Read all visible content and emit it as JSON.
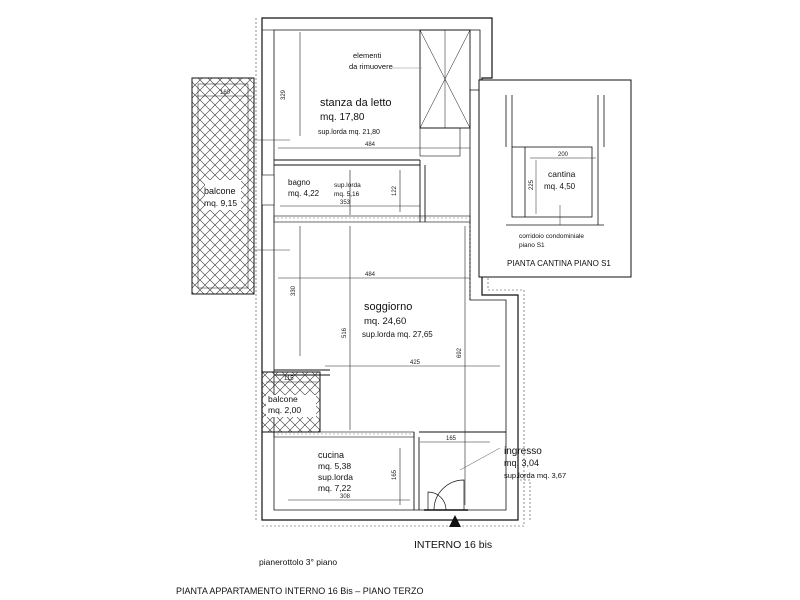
{
  "rooms": {
    "bedroom": {
      "name": "stanza da letto",
      "area": "mq. 17,80",
      "gross": "sup.lorda mq. 21,80"
    },
    "bath": {
      "name": "bagno",
      "area": "mq. 4,22",
      "gross_label": "sup.lorda",
      "gross_value": "mq. 5,16"
    },
    "balcony_big": {
      "name": "balcone",
      "area": "mq. 9,15"
    },
    "living": {
      "name": "soggiorno",
      "area": "mq. 24,60",
      "gross": "sup.lorda mq. 27,65"
    },
    "balcony_small": {
      "name": "balcone",
      "area": "mq. 2,00"
    },
    "kitchen": {
      "name": "cucina",
      "area": "mq. 5,38",
      "gross_label": "sup.lorda",
      "gross_value": "mq. 7,22"
    },
    "entrance": {
      "name": "ingresso",
      "area": "mq. 3,04",
      "gross": "sup.lorda mq. 3,67"
    }
  },
  "notes": {
    "remove": [
      "elementi",
      "da rimuovere"
    ]
  },
  "dimensions": {
    "d160": "160",
    "d329": "329",
    "d484a": "484",
    "d122": "122",
    "d353": "353",
    "d484b": "484",
    "d330": "330",
    "d516": "516",
    "d692": "692",
    "d425": "425",
    "d115": "115",
    "d165a": "165",
    "d165b": "165",
    "d308": "308"
  },
  "cellar": {
    "name": "cantina",
    "area": "mq. 4,50",
    "dim_width": "200",
    "dim_height": "225",
    "corridor": [
      "corridoio condominiale",
      "piano S1"
    ],
    "title": "PIANTA CANTINA PIANO S1"
  },
  "labels": {
    "interno": "INTERNO 16 bis",
    "landing": "pianerottolo 3° piano",
    "main_title": "PIANTA APPARTAMENTO INTERNO 16 Bis – PIANO TERZO"
  }
}
